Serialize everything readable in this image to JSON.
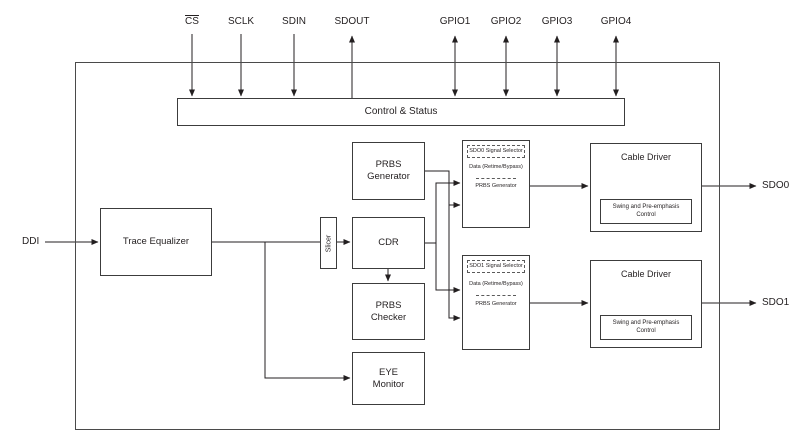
{
  "diagram": {
    "pins": {
      "cs": "CS",
      "sclk": "SCLK",
      "sdin": "SDIN",
      "sdout": "SDOUT",
      "gpio1": "GPIO1",
      "gpio2": "GPIO2",
      "gpio3": "GPIO3",
      "gpio4": "GPIO4"
    },
    "io": {
      "ddi": "DDI",
      "sdo0": "SDO0",
      "sdo1": "SDO1"
    },
    "blocks": {
      "control_status": "Control & Status",
      "trace_equalizer": "Trace Equalizer",
      "slicer": "Slicer",
      "prbs_generator": "PRBS Generator",
      "cdr": "CDR",
      "prbs_checker": "PRBS Checker",
      "eye_monitor": "EYE Monitor",
      "selector0": {
        "title": "SDO0 Signal Selector",
        "option_data": "Data (Retime/Bypass)",
        "option_prbs": "PRBS Generator"
      },
      "selector1": {
        "title": "SDO1 Signal Selector",
        "option_data": "Data (Retime/Bypass)",
        "option_prbs": "PRBS Generator"
      },
      "cable_driver0": {
        "title": "Cable Driver",
        "inner": "Swing and Pre-emphasis Control"
      },
      "cable_driver1": {
        "title": "Cable Driver",
        "inner": "Swing and Pre-emphasis Control"
      }
    },
    "colors": {
      "line": "#231f20",
      "background": "#ffffff"
    }
  }
}
